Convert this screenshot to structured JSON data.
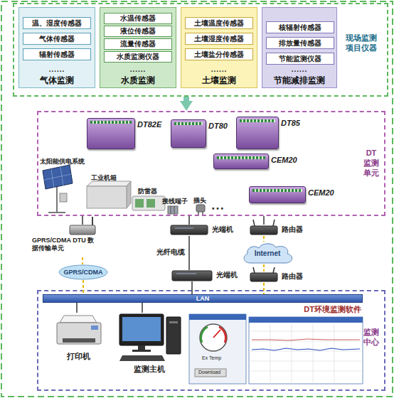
{
  "diagram": {
    "nodes": [
      {
        "text": [
          "现场监测项目仪器"
        ]
      },
      {
        "text": [
          "......",
          "气体监测"
        ],
        "in": 0
      },
      {
        "text": [
          "温、湿度传感器"
        ],
        "in": 1
      },
      {
        "text": [
          "气体传感器"
        ],
        "in": 1
      },
      {
        "text": [
          "辐射传感器"
        ],
        "in": 1
      },
      {
        "text": [
          "......",
          "水质监测"
        ],
        "in": 0
      },
      {
        "text": [
          "水温传感器"
        ],
        "in": 5
      },
      {
        "text": [
          "液位传感器"
        ],
        "in": 5
      },
      {
        "text": [
          "流量传感器"
        ],
        "in": 5
      },
      {
        "text": [
          "水质监测仪器"
        ],
        "in": 5
      },
      {
        "text": [
          "......",
          "土壤监测"
        ],
        "in": 0
      },
      {
        "text": [
          "土壤温度传感器"
        ],
        "in": 10
      },
      {
        "text": [
          "土壤湿度传感器"
        ],
        "in": 10
      },
      {
        "text": [
          "土壤盐分传感器"
        ],
        "in": 10
      },
      {
        "text": [
          "......",
          "节能减排监测"
        ],
        "in": 0
      },
      {
        "text": [
          "核辐射传感器"
        ],
        "in": 14
      },
      {
        "text": [
          "排放量传感器"
        ],
        "in": 14
      },
      {
        "text": [
          "节能监测仪器"
        ],
        "in": 14
      },
      {
        "text": [
          "DT监测单元"
        ]
      },
      {
        "text": [
          "DT82E"
        ],
        "in": 18
      },
      {
        "text": [
          "DT80"
        ],
        "in": 18
      },
      {
        "text": [
          "DT85"
        ],
        "in": 18
      },
      {
        "text": [
          "CEM20"
        ],
        "in": 18
      },
      {
        "text": [
          "CEM20"
        ],
        "in": 18
      },
      {
        "text": [
          "GPRS/CDMA DTU 数据传输单元"
        ]
      },
      {
        "text": [
          "光端机"
        ]
      },
      {
        "text": [
          "路由器"
        ]
      },
      {
        "text": [
          "GPRS/CDMA"
        ]
      },
      {
        "text": [
          "Internet"
        ]
      },
      {
        "text": [
          "光端机"
        ]
      },
      {
        "text": [
          "路由器"
        ]
      },
      {
        "text": [
          "监测中心"
        ]
      },
      {
        "text": [
          "LAN"
        ],
        "in": 31
      },
      {
        "text": [
          "打印机"
        ],
        "in": 31
      },
      {
        "text": [
          "监测主机"
        ],
        "in": 31
      },
      {
        "text": [
          "DT环境监测软件"
        ],
        "in": 31
      }
    ],
    "edges": [
      {
        "from": 0,
        "to": 18,
        "arrow": "to"
      },
      {
        "from": 18,
        "to": 24,
        "arrow": "none"
      },
      {
        "from": 18,
        "to": 25,
        "arrow": "none"
      },
      {
        "from": 18,
        "to": 26,
        "arrow": "none"
      },
      {
        "from": 24,
        "to": 27,
        "arrow": "none"
      },
      {
        "from": 25,
        "to": 29,
        "label": "光纤电缆",
        "arrow": "none"
      },
      {
        "from": 26,
        "to": 28,
        "arrow": "none"
      },
      {
        "from": 28,
        "to": 30,
        "arrow": "none"
      },
      {
        "from": 27,
        "to": 32,
        "arrow": "none"
      },
      {
        "from": 29,
        "to": 32,
        "arrow": "none"
      },
      {
        "from": 30,
        "to": 32,
        "arrow": "none"
      },
      {
        "from": 32,
        "to": 33,
        "arrow": "none"
      },
      {
        "from": 32,
        "to": 34,
        "arrow": "none"
      }
    ],
    "labels": [
      "太阳能供电系统",
      "工业机箱",
      "防雷器",
      "接线端子",
      "插头",
      "• • •",
      "Ex Temp",
      "Download"
    ]
  }
}
